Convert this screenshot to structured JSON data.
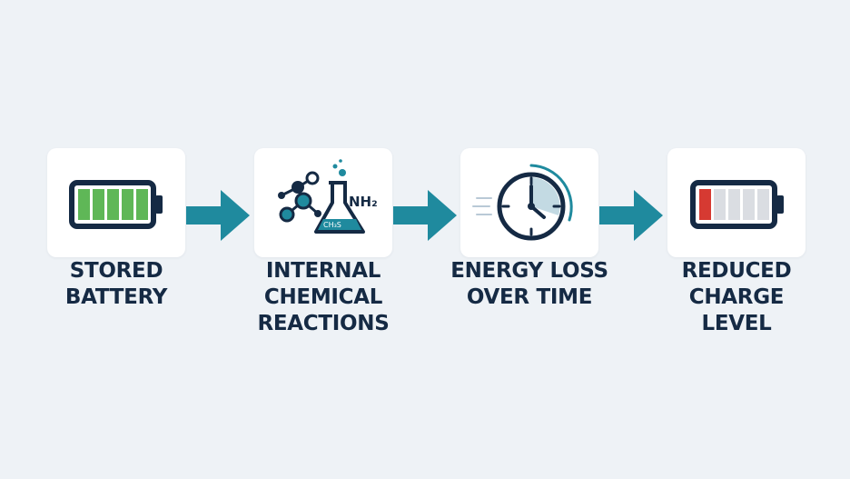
{
  "steps": [
    {
      "label_lines": [
        "STORED",
        "BATTERY"
      ],
      "icon": "full-battery-icon"
    },
    {
      "label_lines": [
        "INTERNAL",
        "CHEMICAL",
        "REACTIONS"
      ],
      "icon": "chemistry-icon",
      "formula_main": "NH₂",
      "formula_flask": "CH₃S"
    },
    {
      "label_lines": [
        "ENERGY LOSS",
        "OVER TIME"
      ],
      "icon": "clock-icon"
    },
    {
      "label_lines": [
        "REDUCED",
        "CHARGE",
        "LEVEL"
      ],
      "icon": "low-battery-icon"
    }
  ],
  "colors": {
    "background": "#eef2f6",
    "navy": "#152a44",
    "teal": "#1f8a9e",
    "green": "#5fb757",
    "red": "#d63a32",
    "gray_cell": "#dadde2"
  }
}
